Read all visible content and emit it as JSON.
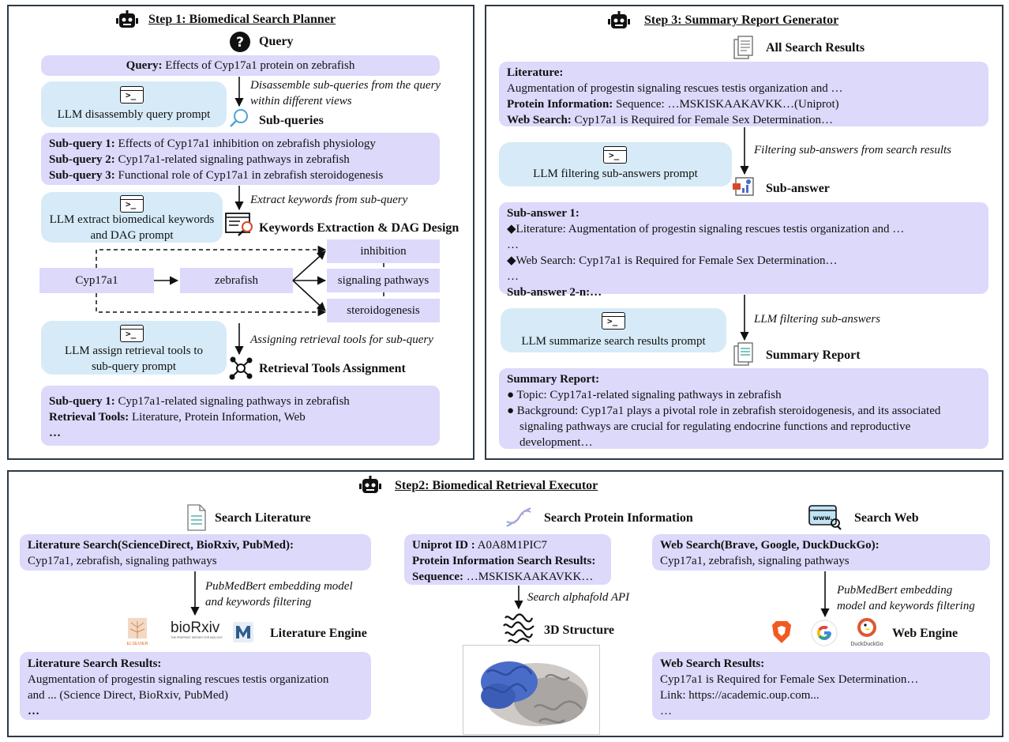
{
  "step1": {
    "title": "Step 1: Biomedical Search Planner",
    "query_header": "Query",
    "query_label": "Query:",
    "query_text": " Effects of Cyp17a1 protein on zebrafish",
    "disassemble_note_1": "Disassemble sub-queries from the query",
    "disassemble_note_2": "within different views",
    "disassembly_prompt": "LLM disassembly query prompt",
    "subqueries_header": "Sub-queries",
    "subqueries": [
      {
        "label": "Sub-query 1:",
        "text": " Effects of Cyp17a1 inhibition on zebrafish physiology"
      },
      {
        "label": "Sub-query 2:",
        "text": " Cyp17a1-related signaling pathways in zebrafish"
      },
      {
        "label": "Sub-query 3:",
        "text": " Functional role of Cyp17a1 in zebrafish steroidogenesis"
      }
    ],
    "extract_note": "Extract keywords from sub-query",
    "extract_prompt_1": "LLM extract biomedical keywords",
    "extract_prompt_2": "and DAG prompt",
    "keywords_header": "Keywords Extraction & DAG Design",
    "dag_nodes": {
      "cyp": "Cyp17a1",
      "zebrafish": "zebrafish",
      "inhibition": "inhibition",
      "signaling": "signaling pathways",
      "steroidogenesis": "steroidogenesis"
    },
    "assign_prompt_1": "LLM assign retrieval tools to",
    "assign_prompt_2": "sub-query prompt",
    "assign_note": "Assigning retrieval tools for sub-query",
    "tools_header": "Retrieval Tools Assignment",
    "assignment": {
      "subquery_label": "Sub-query 1:",
      "subquery_text": " Cyp17a1-related signaling pathways in zebrafish",
      "tools_label": "Retrieval Tools:",
      "tools_text": " Literature, Protein Information, Web",
      "ellipsis": "…"
    }
  },
  "step3": {
    "title": "Step 3: Summary Report Generator",
    "all_results_header": "All Search Results",
    "literature_label": "Literature:",
    "literature_text": "Augmentation of progestin signaling rescues testis organization and …",
    "protein_label": "Protein Information:",
    "protein_text": " Sequence: …MSKISKAAKAVKK…(Uniprot)",
    "web_label": "Web Search:",
    "web_text": " Cyp17a1 is Required for Female Sex Determination…",
    "filter_note": "Filtering sub-answers from search results",
    "filter_prompt": "LLM filtering sub-answers prompt",
    "subanswer_header": "Sub-answer",
    "subanswer_title": "Sub-answer 1:",
    "subanswer_lit": "◆Literature: Augmentation of progestin signaling rescues testis organization and …",
    "ellipsis_1": "…",
    "subanswer_web": "◆Web Search: Cyp17a1 is Required for Female Sex Determination…",
    "ellipsis_2": "…",
    "subanswer_more": "Sub-answer 2-n:…",
    "llm_filter_note": "LLM filtering sub-answers",
    "summarize_prompt": "LLM summarize search results prompt",
    "summary_header": "Summary Report",
    "summary_label": "Summary Report:",
    "topic": "● Topic: Cyp17a1-related signaling pathways in zebrafish",
    "background_1": "● Background: Cyp17a1 plays a pivotal role in zebrafish steroidogenesis, and its associated",
    "background_2": "signaling pathways are crucial for regulating endocrine functions and reproductive",
    "background_3": "development…"
  },
  "step2": {
    "title": "Step2: Biomedical Retrieval Executor",
    "lit_header": "Search Literature",
    "lit_search_label": "Literature Search(ScienceDirect, BioRxiv, PubMed):",
    "lit_search_text": "Cyp17a1, zebrafish, signaling pathways",
    "lit_note_1": "PubMedBert embedding model",
    "lit_note_2": "and keywords filtering",
    "biorxiv_logo": "bioRxiv",
    "biorxiv_tag": "THE PREPRINT SERVER FOR BIOLOGY",
    "elsevier_logo": "ELSEVIER",
    "lit_engine": "Literature Engine",
    "lit_results_label": "Literature Search Results:",
    "lit_results_1": "Augmentation of progestin signaling rescues testis organization",
    "lit_results_2": "and ... (Science Direct, BioRxiv, PubMed)",
    "lit_results_3": "…",
    "protein_header": "Search Protein Information",
    "uniprot_label": "Uniprot ID :",
    "uniprot_id": " A0A8M1PIC7",
    "protein_results_label": "Protein Information Search Results:",
    "sequence_label": "Sequence:",
    "sequence_text": " …MSKISKAAKAVKK…",
    "alphafold_note": "Search alphafold API",
    "structure_header": "3D Structure",
    "web_header": "Search Web",
    "web_icon_text": "www.",
    "web_search_label": "Web Search(Brave, Google, DuckDuckGo):",
    "web_search_text": "Cyp17a1, zebrafish, signaling pathways",
    "web_note_1": "PubMedBert embedding",
    "web_note_2": "model and keywords filtering",
    "duckduckgo_logo": "DuckDuckGo",
    "web_engine": "Web Engine",
    "web_results_label": "Web Search Results:",
    "web_results_1": "Cyp17a1 is Required for Female Sex Determination…",
    "web_results_2": "Link: https://academic.oup.com...",
    "web_results_3": "…"
  },
  "colors": {
    "box_purple": "#dcd9fb",
    "box_blue": "#d6ebf7",
    "border": "#2b3a47",
    "protein_blue": "#4a6cc9",
    "protein_gray": "#a9a6a4"
  }
}
